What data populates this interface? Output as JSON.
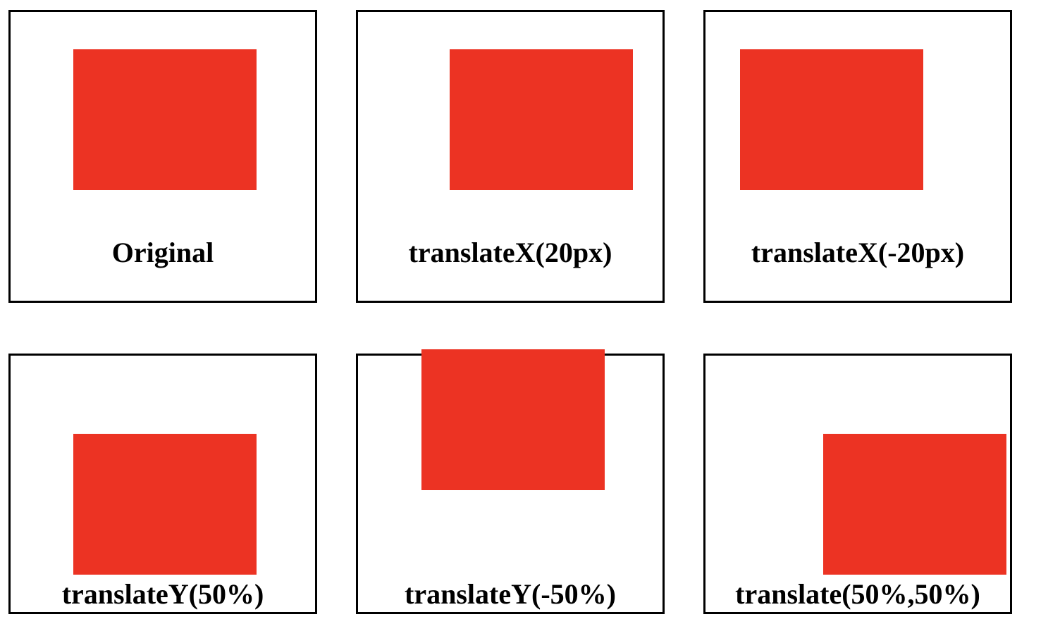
{
  "colors": {
    "rect_fill": "#ec3323",
    "border": "#000000",
    "background": "#ffffff"
  },
  "boxes": [
    {
      "label": "Original"
    },
    {
      "label": "translateX(20px)"
    },
    {
      "label": "translateX(-20px)"
    },
    {
      "label": "translateY(50%)"
    },
    {
      "label": "translateY(-50%)"
    },
    {
      "label": "translate(50%,50%)"
    }
  ]
}
